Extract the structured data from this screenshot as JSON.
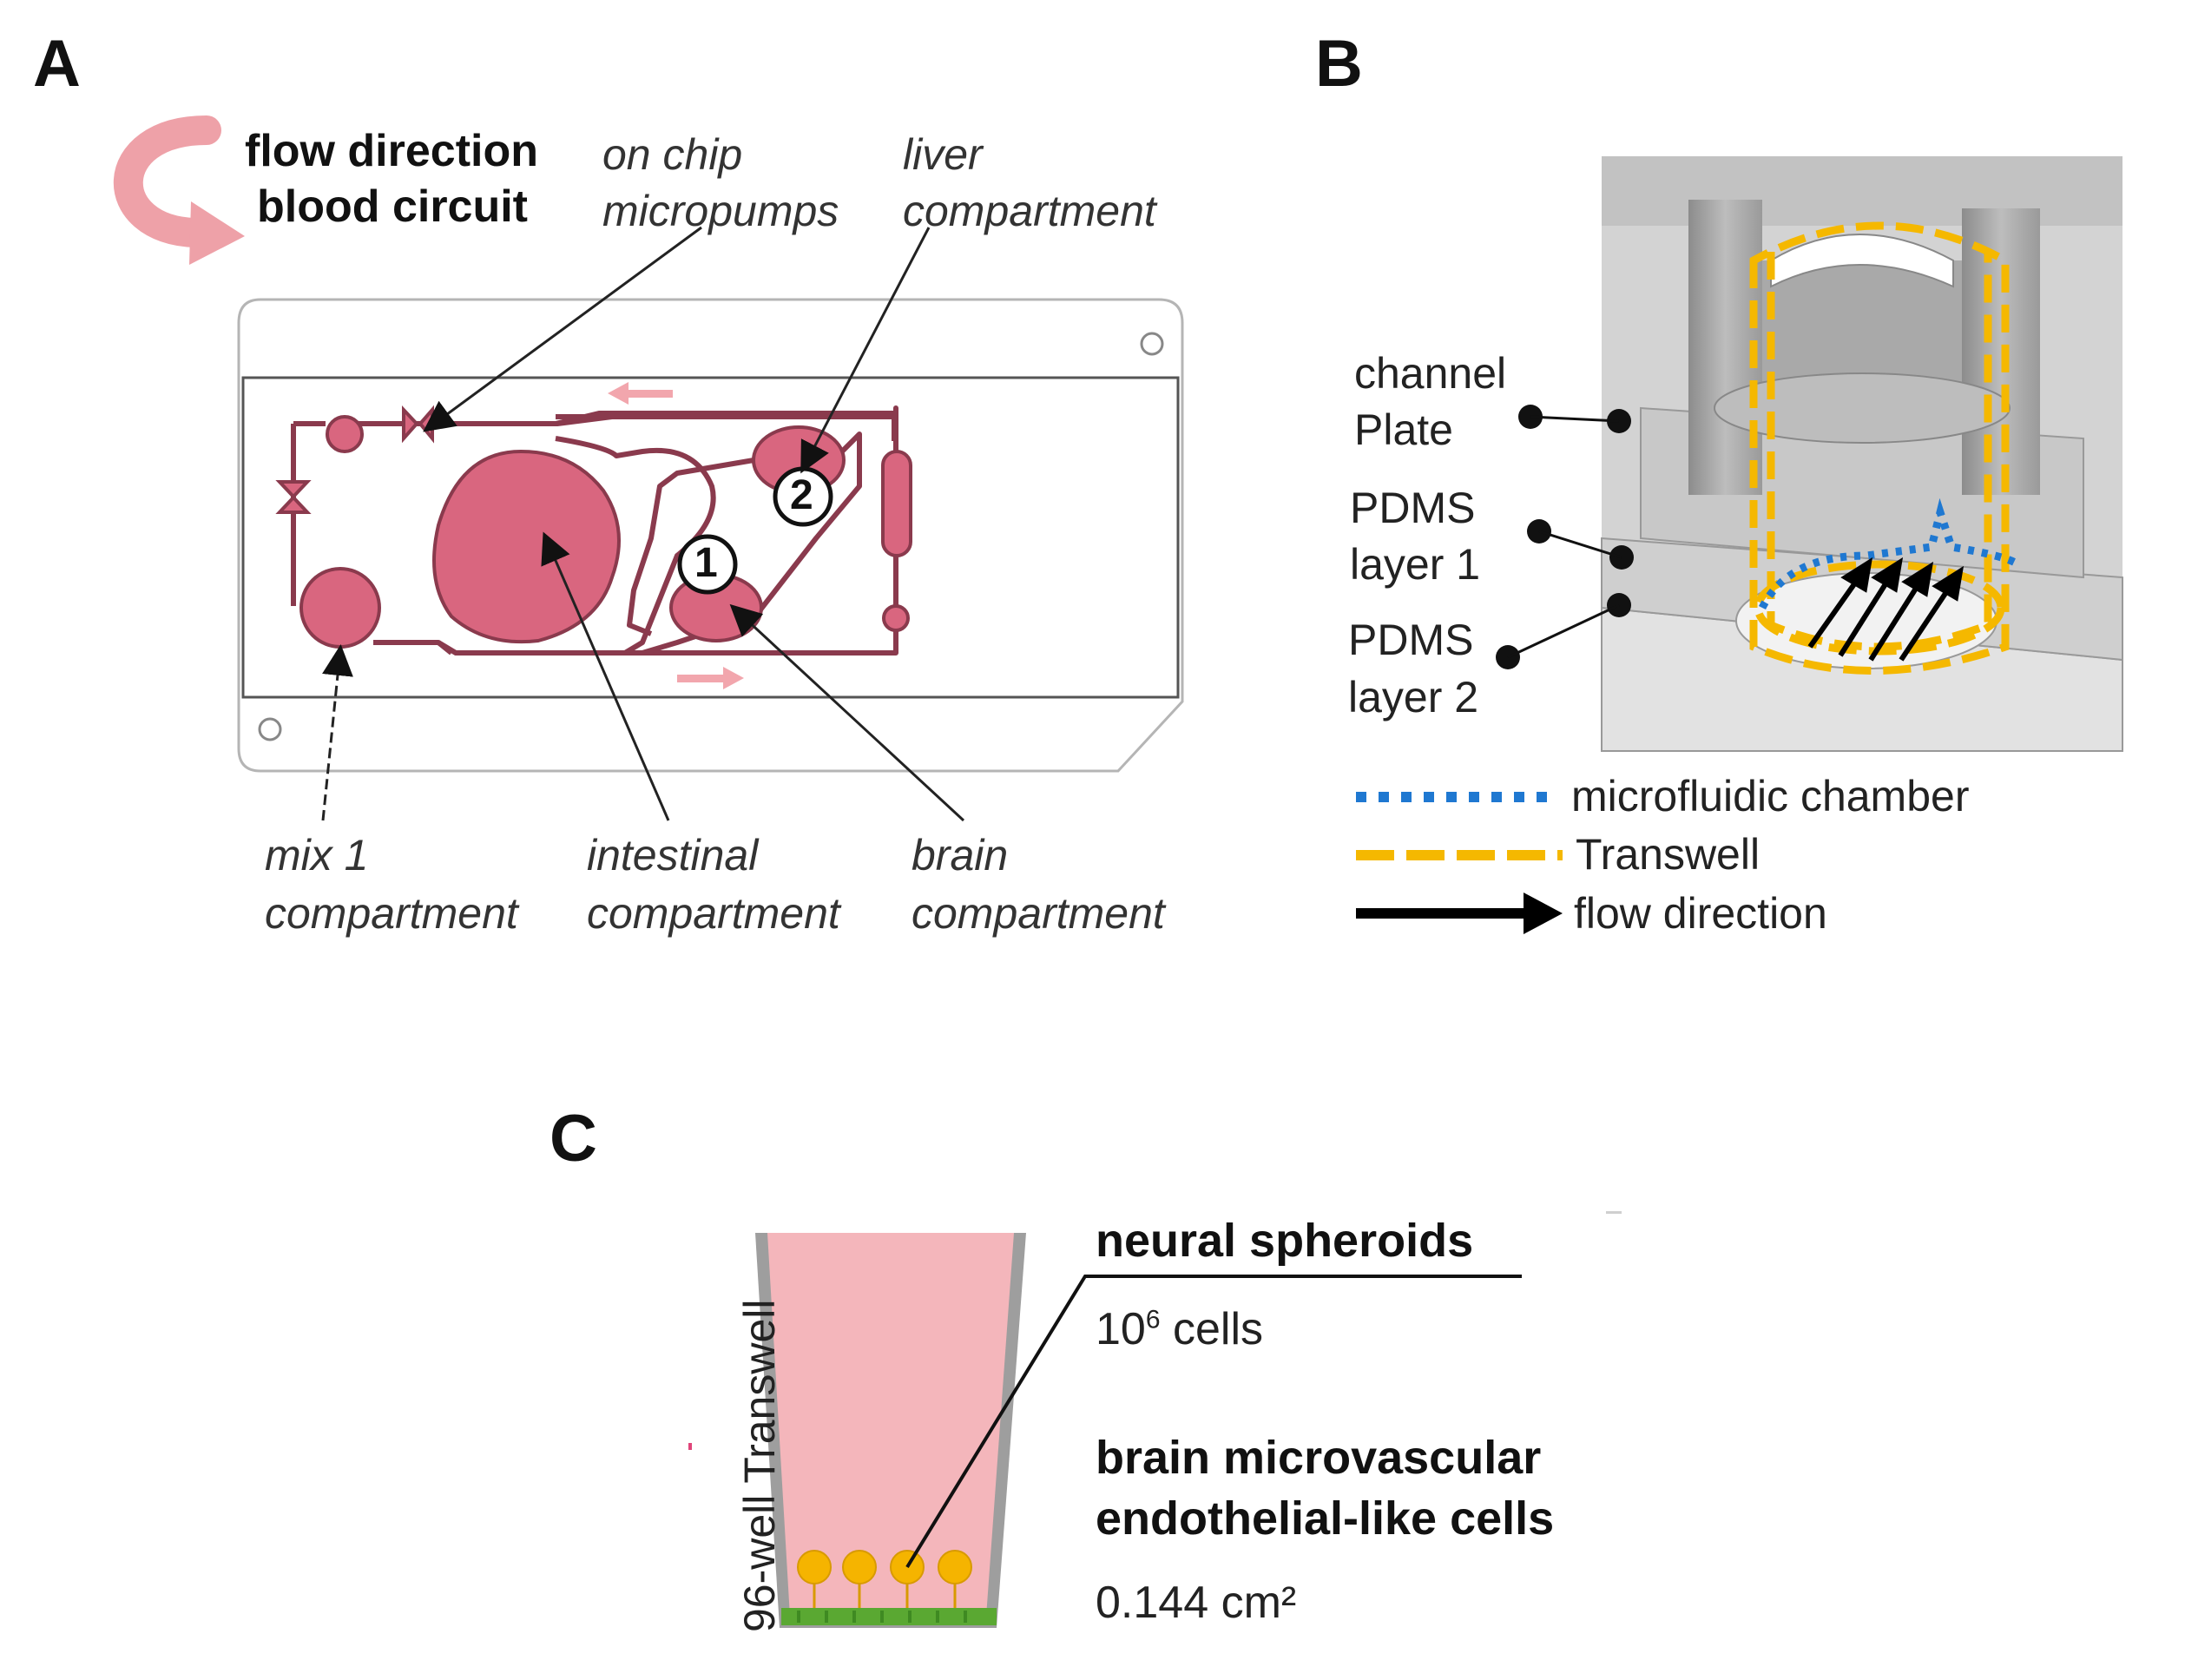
{
  "panels": {
    "a": {
      "letter": "A",
      "flow_label_line1": "flow direction",
      "flow_label_line2": "blood circuit",
      "micropumps_line1": "on chip",
      "micropumps_line2": "micropumps",
      "liver_line1": "liver",
      "liver_line2": "compartment",
      "mix_line1": "mix 1",
      "mix_line2": "compartment",
      "intestinal_line1": "intestinal",
      "intestinal_line2": "compartment",
      "brain_line1": "brain",
      "brain_line2": "compartment",
      "marker_1": "1",
      "marker_2": "2"
    },
    "b": {
      "letter": "B",
      "channel_line1": "channel",
      "channel_line2": "Plate",
      "pdms1_line1": "PDMS",
      "pdms1_line2": "layer 1",
      "pdms2_line1": "PDMS",
      "pdms2_line2": "layer 2",
      "legend": [
        {
          "label": "microfluidic chamber",
          "style": "dotted",
          "color": "#1f78d1"
        },
        {
          "label": "Transwell",
          "style": "dashed",
          "color": "#f5b800"
        },
        {
          "label": "flow direction",
          "style": "arrow",
          "color": "#000000"
        }
      ]
    },
    "c": {
      "letter": "C",
      "transwell_label": "96-well Transwell",
      "spheroids_title": "neural spheroids",
      "cells_prefix": "10",
      "cells_exp": "6",
      "cells_suffix": " cells",
      "endothelial_line1": "brain microvascular",
      "endothelial_line2": "endothelial-like cells",
      "area": "0.144 cm²"
    }
  },
  "colors": {
    "pink_fill": "#d9667f",
    "pink_dark": "#8a3a4d",
    "light_pink": "#f4b6bb",
    "spheroid": "#f5b400",
    "endothelial": "#5aa832"
  }
}
